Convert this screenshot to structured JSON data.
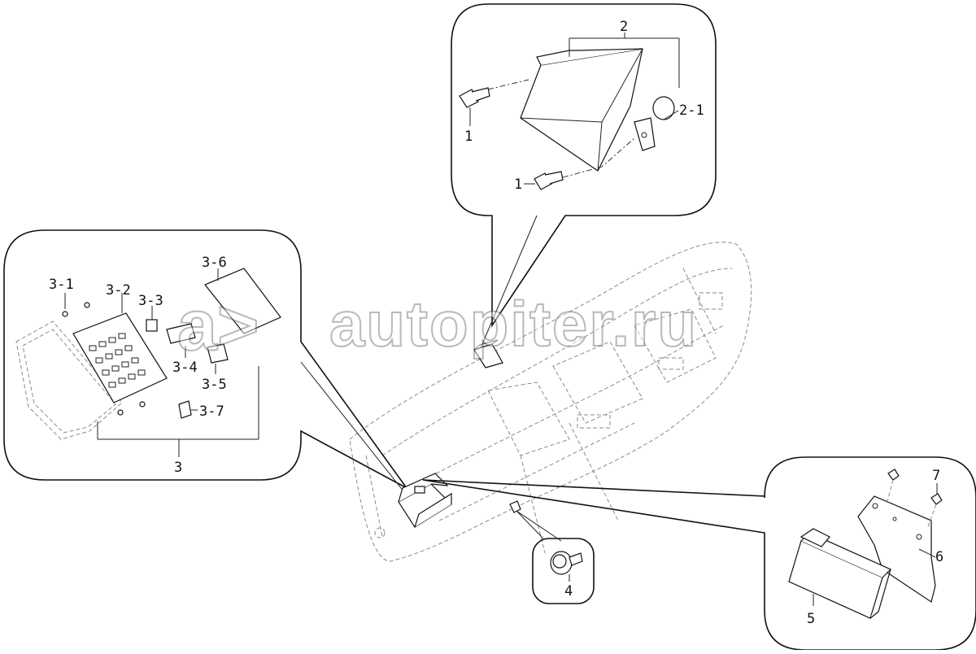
{
  "watermark": {
    "text": "autopiter.ru",
    "logo_glyph": "a>"
  },
  "callouts": {
    "c2": "2",
    "c2_1": "2-1",
    "c1_top": "1",
    "c1_bottom": "1",
    "c3": "3",
    "c3_1": "3-1",
    "c3_2": "3-2",
    "c3_3": "3-3",
    "c3_4": "3-4",
    "c3_5": "3-5",
    "c3_6": "3-6",
    "c3_7": "3-7",
    "c4": "4",
    "c5": "5",
    "c6": "6",
    "c7": "7"
  }
}
